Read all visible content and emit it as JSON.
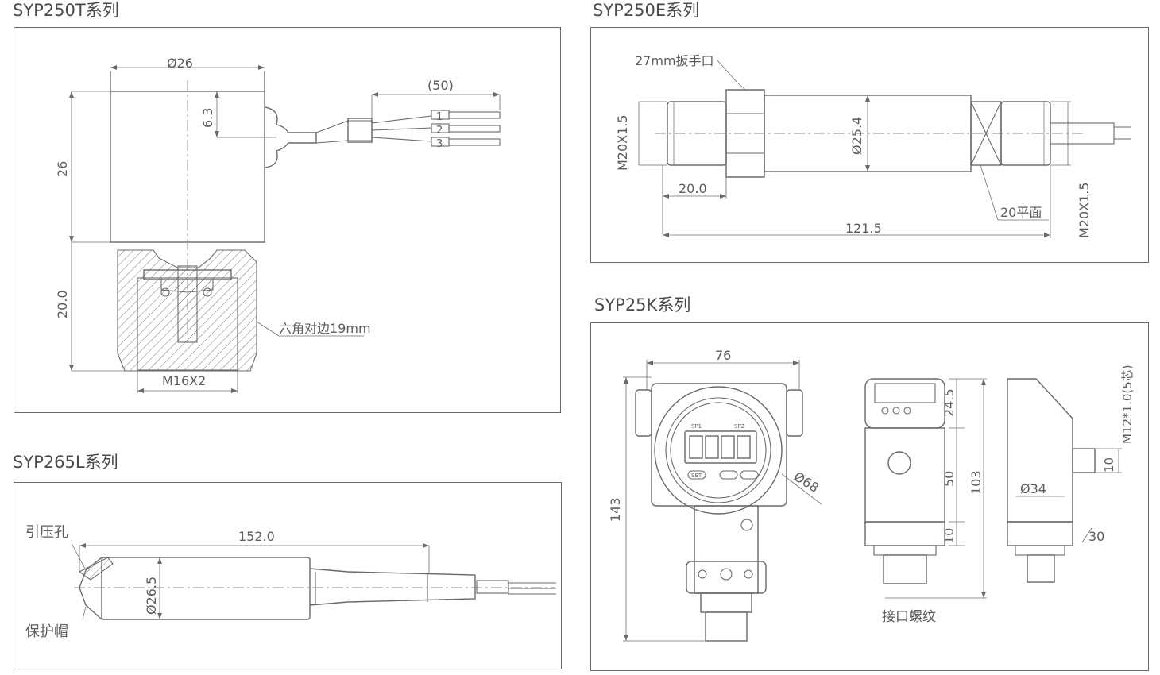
{
  "panels": {
    "syp250t": {
      "title": "SYP250T系列",
      "dims": {
        "diameter": "Ø26",
        "cable_len": "(50)",
        "h_small": "6.3",
        "h_body": "26",
        "h_fitting": "20.0",
        "hex": "六角对边19mm",
        "thread": "M16X2"
      },
      "wires": [
        "1",
        "2",
        "3"
      ]
    },
    "syp250e": {
      "title": "SYP250E系列",
      "dims": {
        "wrench": "27mm扳手口",
        "thread_left": "M20X1.5",
        "diameter": "Ø25.4",
        "len_thread": "20.0",
        "len_total": "121.5",
        "flat": "20平面",
        "thread_right": "M20X1.5"
      }
    },
    "syp265l": {
      "title": "SYP265L系列",
      "dims": {
        "port": "引压孔",
        "length": "152.0",
        "diameter": "Ø26.5",
        "cap": "保护帽"
      }
    },
    "syp25k": {
      "title": "SYP25K系列",
      "dims": {
        "width": "76",
        "height": "143",
        "dial_dia": "Ø68",
        "top_h": "24.5",
        "mid_h": "50",
        "bot_h": "10",
        "total_h": "103",
        "conn": "M12*1.0(5芯)",
        "conn_len": "10",
        "side_dia": "Ø34",
        "angle": "30",
        "thread": "接口螺纹"
      },
      "keys": [
        "SET",
        "SP1",
        "SP2"
      ]
    }
  }
}
